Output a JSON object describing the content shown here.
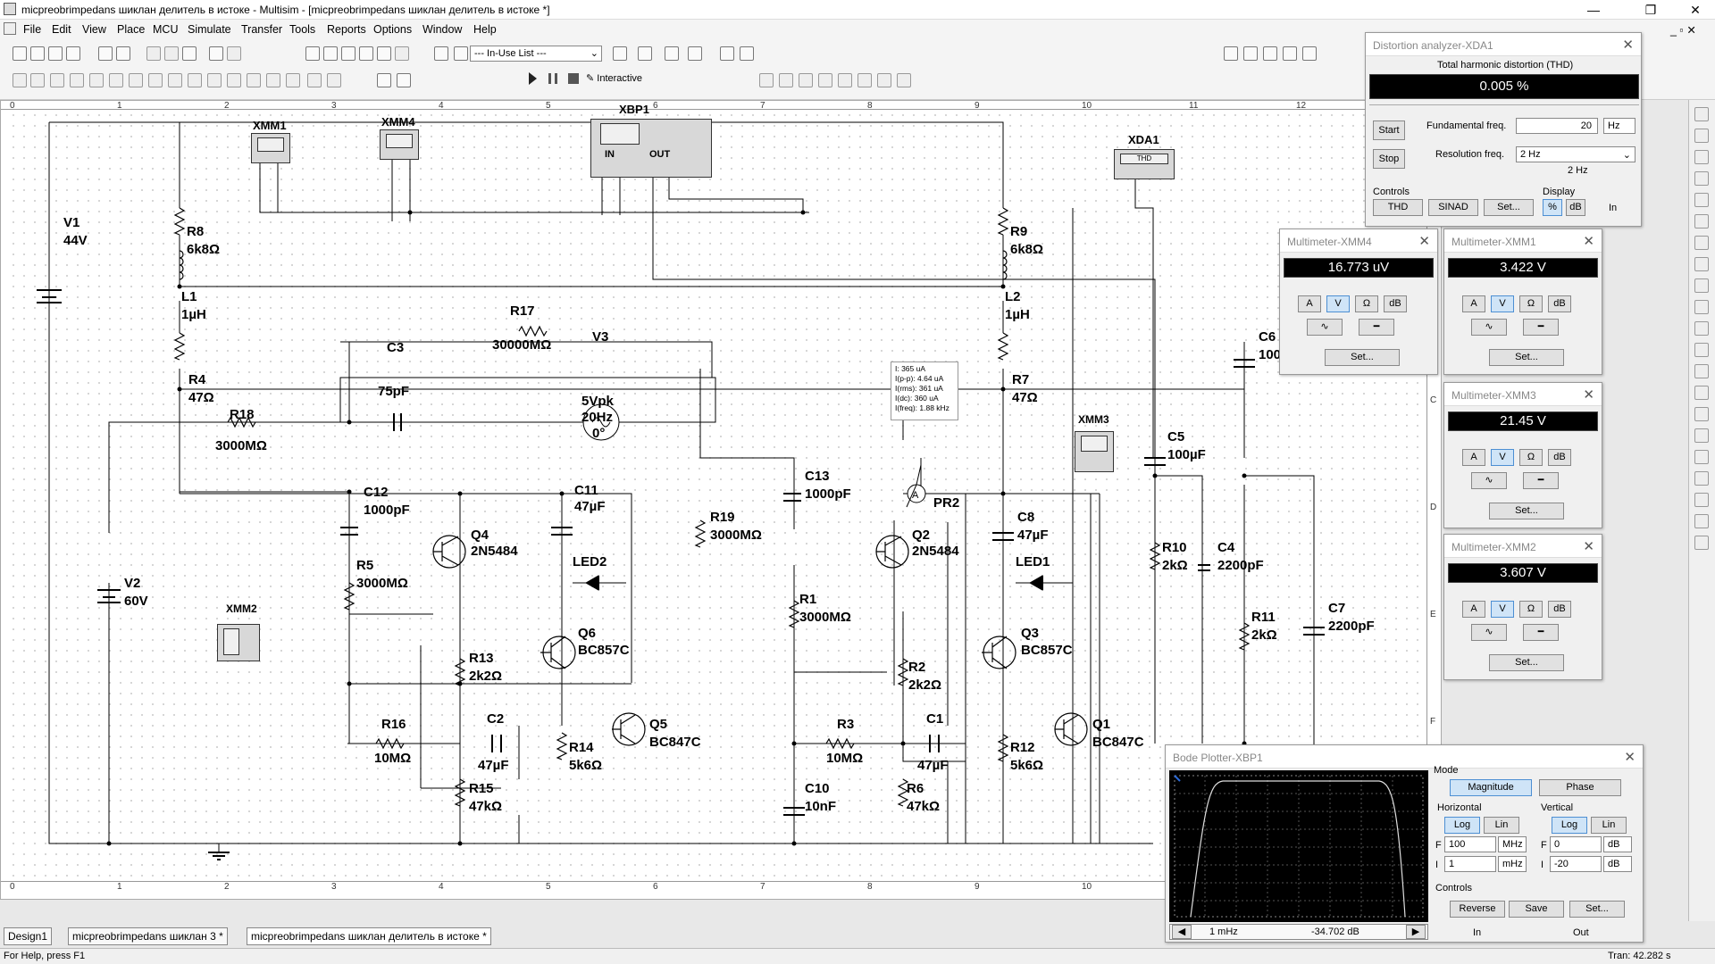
{
  "window": {
    "title": "micpreobrimpedans шиклан делитель в истоке - Multisim - [micpreobrimpedans шиклан делитель в истоке *]"
  },
  "menu": [
    "File",
    "Edit",
    "View",
    "Place",
    "MCU",
    "Simulate",
    "Transfer",
    "Tools",
    "Reports",
    "Options",
    "Window",
    "Help"
  ],
  "toolbar": {
    "in_use_list": "--- In-Use List ---",
    "interactive_label": "Interactive"
  },
  "ruler": {
    "top": [
      "0",
      "1",
      "2",
      "3",
      "4",
      "5",
      "6",
      "7",
      "8",
      "9",
      "10",
      "11",
      "12"
    ],
    "bottom": [
      "0",
      "1",
      "2",
      "3",
      "4",
      "5",
      "6",
      "7",
      "8",
      "9",
      "10"
    ],
    "right": [
      "C",
      "D",
      "E",
      "F"
    ]
  },
  "components": {
    "V1": {
      "name": "V1",
      "value": "44V"
    },
    "V2": {
      "name": "V2",
      "value": "60V"
    },
    "R8": {
      "name": "R8",
      "value": "6k8Ω"
    },
    "L1": {
      "name": "L1",
      "value": "1µH"
    },
    "R4": {
      "name": "R4",
      "value": "47Ω"
    },
    "R9": {
      "name": "R9",
      "value": "6k8Ω"
    },
    "L2": {
      "name": "L2",
      "value": "1µH"
    },
    "R7": {
      "name": "R7",
      "value": "47Ω"
    },
    "R17": {
      "name": "R17",
      "value": "30000MΩ"
    },
    "C3": {
      "name": "C3",
      "value": "75pF"
    },
    "V3": {
      "name": "V3",
      "value1": "5Vpk",
      "value2": "20Hz",
      "value3": "0°"
    },
    "R18": {
      "name": "R18",
      "value": "3000MΩ"
    },
    "C12": {
      "name": "C12",
      "value": "1000pF"
    },
    "R5": {
      "name": "R5",
      "value": "3000MΩ"
    },
    "Q4": {
      "name": "Q4",
      "value": "2N5484"
    },
    "C11": {
      "name": "C11",
      "value": "47µF"
    },
    "LED2": {
      "name": "LED2"
    },
    "Q6": {
      "name": "Q6",
      "value": "BC857C"
    },
    "R13": {
      "name": "R13",
      "value": "2k2Ω"
    },
    "R16": {
      "name": "R16",
      "value": "10MΩ"
    },
    "C2": {
      "name": "C2",
      "value": "47µF"
    },
    "R14": {
      "name": "R14",
      "value": "5k6Ω"
    },
    "Q5": {
      "name": "Q5",
      "value": "BC847C"
    },
    "R15": {
      "name": "R15",
      "value": "47kΩ"
    },
    "R19": {
      "name": "R19",
      "value": "3000MΩ"
    },
    "C13": {
      "name": "C13",
      "value": "1000pF"
    },
    "R1": {
      "name": "R1",
      "value": "3000MΩ"
    },
    "R3": {
      "name": "R3",
      "value": "10MΩ"
    },
    "C10": {
      "name": "C10",
      "value": "10nF"
    },
    "Q2": {
      "name": "Q2",
      "value": "2N5484"
    },
    "PR2": {
      "name": "PR2"
    },
    "R2": {
      "name": "R2",
      "value": "2k2Ω"
    },
    "C1": {
      "name": "C1",
      "value": "47µF"
    },
    "R6": {
      "name": "R6",
      "value": "47kΩ"
    },
    "C8": {
      "name": "C8",
      "value": "47µF"
    },
    "LED1": {
      "name": "LED1"
    },
    "Q3": {
      "name": "Q3",
      "value": "BC857C"
    },
    "R12": {
      "name": "R12",
      "value": "5k6Ω"
    },
    "Q1": {
      "name": "Q1",
      "value": "BC847C"
    },
    "C5": {
      "name": "C5",
      "value": "100µF"
    },
    "C6": {
      "name": "C6",
      "value": "100"
    },
    "R10": {
      "name": "R10",
      "value": "2kΩ"
    },
    "C4": {
      "name": "C4",
      "value": "2200pF"
    },
    "R11": {
      "name": "R11",
      "value": "2kΩ"
    },
    "C7": {
      "name": "C7",
      "value": "2200pF"
    },
    "XMM1": {
      "name": "XMM1"
    },
    "XMM4": {
      "name": "XMM4"
    },
    "XMM2": {
      "name": "XMM2"
    },
    "XMM3": {
      "name": "XMM3"
    },
    "XBP1": {
      "name": "XBP1",
      "in": "IN",
      "out": "OUT"
    },
    "XDA1": {
      "name": "XDA1",
      "screen": "THD"
    }
  },
  "probe": {
    "lines": [
      "I: 365 uA",
      "I(p-p): 4.64 uA",
      "I(rms): 361 uA",
      "I(dc): 360 uA",
      "I(freq): 1.88 kHz"
    ]
  },
  "distortion": {
    "title": "Distortion analyzer-XDA1",
    "heading": "Total harmonic distortion (THD)",
    "value": "0.005 %",
    "start": "Start",
    "stop": "Stop",
    "fund_label": "Fundamental freq.",
    "fund_value": "20",
    "fund_unit": "Hz",
    "res_label": "Resolution freq.",
    "res_value": "2 Hz",
    "res_value2": "2 Hz",
    "controls_label": "Controls",
    "display_label": "Display",
    "thd": "THD",
    "sinad": "SINAD",
    "set": "Set...",
    "pct": "%",
    "db": "dB",
    "in": "In"
  },
  "multimeters": [
    {
      "title": "Multimeter-XMM4",
      "value": "16.773 uV"
    },
    {
      "title": "Multimeter-XMM1",
      "value": "3.422 V"
    },
    {
      "title": "Multimeter-XMM3",
      "value": "21.45 V"
    },
    {
      "title": "Multimeter-XMM2",
      "value": "3.607 V"
    }
  ],
  "mm_buttons": {
    "a": "A",
    "v": "V",
    "ohm": "Ω",
    "db": "dB",
    "set": "Set..."
  },
  "bode": {
    "title": "Bode Plotter-XBP1",
    "mode": "Mode",
    "magnitude": "Magnitude",
    "phase": "Phase",
    "horizontal": "Horizontal",
    "vertical": "Vertical",
    "log": "Log",
    "lin": "Lin",
    "f_label": "F",
    "i_label": "I",
    "h_f_value": "100",
    "h_f_unit": "MHz",
    "h_i_value": "1",
    "h_i_unit": "mHz",
    "v_f_value": "0",
    "v_f_unit": "dB",
    "v_i_value": "-20",
    "v_i_unit": "dB",
    "controls": "Controls",
    "reverse": "Reverse",
    "save": "Save",
    "set": "Set...",
    "cursor_freq": "1 mHz",
    "cursor_db": "-34.702 dB",
    "in": "In",
    "out": "Out"
  },
  "tabs": [
    "Design1",
    "micpreobrimpedans шиклан 3 *",
    "micpreobrimpedans шиклан делитель в истоке *"
  ],
  "status": {
    "help": "For Help, press F1",
    "tran": "Tran: 42.282 s"
  }
}
